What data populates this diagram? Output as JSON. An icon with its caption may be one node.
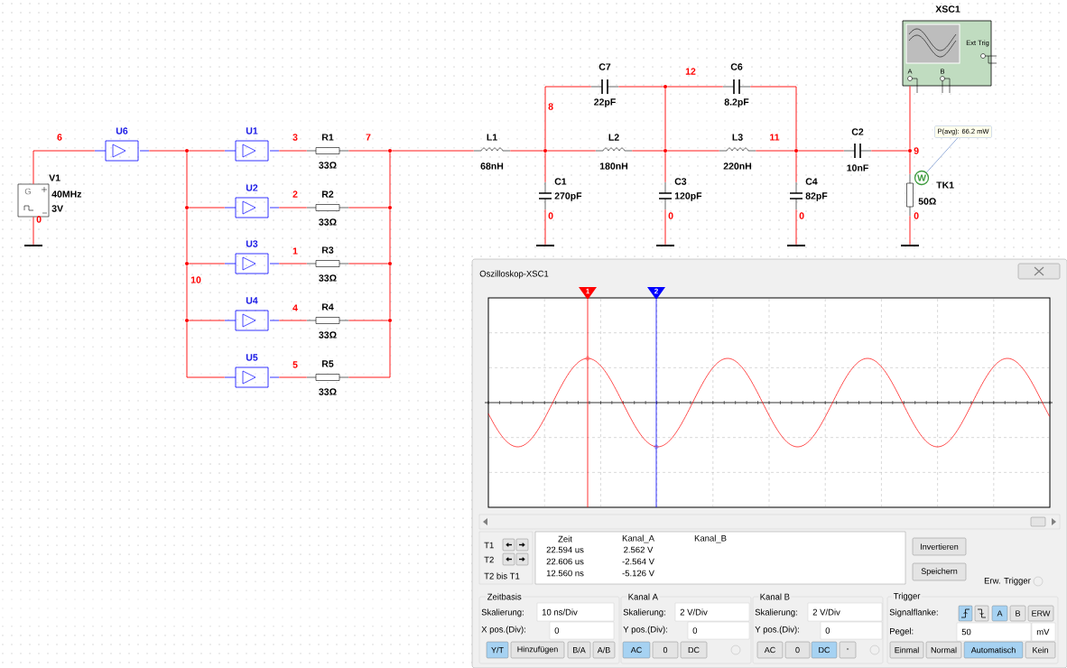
{
  "diagram": {
    "nodes": [
      {
        "text": [
          "V1",
          "40MHz",
          "3V"
        ]
      },
      {
        "text": [
          "U6"
        ]
      },
      {
        "text": [
          "U1"
        ]
      },
      {
        "text": [
          "U2"
        ]
      },
      {
        "text": [
          "U3"
        ]
      },
      {
        "text": [
          "U4"
        ]
      },
      {
        "text": [
          "U5"
        ]
      },
      {
        "text": [
          "R1",
          "33Ω"
        ]
      },
      {
        "text": [
          "R2",
          "33Ω"
        ]
      },
      {
        "text": [
          "R3",
          "33Ω"
        ]
      },
      {
        "text": [
          "R4",
          "33Ω"
        ]
      },
      {
        "text": [
          "R5",
          "33Ω"
        ]
      },
      {
        "text": [
          "L1",
          "68nH"
        ]
      },
      {
        "text": [
          "C7",
          "22pF"
        ]
      },
      {
        "text": [
          "C6",
          "8.2pF"
        ]
      },
      {
        "text": [
          "L2",
          "180nH"
        ]
      },
      {
        "text": [
          "L3",
          "220nH"
        ]
      },
      {
        "text": [
          "C1",
          "270pF"
        ]
      },
      {
        "text": [
          "C3",
          "120pF"
        ]
      },
      {
        "text": [
          "C4",
          "82pF"
        ]
      },
      {
        "text": [
          "C2",
          "10nF"
        ]
      },
      {
        "text": [
          "XSC1",
          "A",
          "B",
          "Ext Trig"
        ]
      },
      {
        "text": [
          "P(avg): 66.2 mW"
        ]
      },
      {
        "text": [
          "W"
        ]
      },
      {
        "text": [
          "TK1",
          "50Ω"
        ]
      },
      {
        "text": [],
        "shape": "circle"
      },
      {
        "text": [],
        "shape": "circle"
      },
      {
        "text": [],
        "shape": "circle"
      },
      {
        "text": [],
        "shape": "circle"
      },
      {
        "text": [],
        "shape": "circle"
      },
      {
        "text": [],
        "shape": "circle"
      },
      {
        "text": [],
        "shape": "circle"
      },
      {
        "text": [],
        "shape": "circle"
      },
      {
        "text": [],
        "shape": "circle"
      },
      {
        "text": [],
        "shape": "circle"
      },
      {
        "text": [],
        "shape": "circle"
      },
      {
        "text": [],
        "shape": "circle"
      },
      {
        "text": [],
        "shape": "circle"
      },
      {
        "text": [],
        "shape": "bar"
      },
      {
        "text": [],
        "shape": "bar"
      },
      {
        "text": [],
        "shape": "bar"
      },
      {
        "text": [],
        "shape": "bar"
      },
      {
        "text": [],
        "shape": "bar"
      },
      {
        "text": [
          "Oszilloskop-XSC1"
        ]
      }
    ],
    "edges": [
      {
        "from": 0,
        "to": 1,
        "arrow": "none"
      },
      {
        "from": 1,
        "to": 25,
        "arrow": "none"
      },
      {
        "from": 25,
        "to": 2,
        "arrow": "none"
      },
      {
        "from": 25,
        "to": 26,
        "arrow": "none"
      },
      {
        "from": 26,
        "to": 3,
        "arrow": "none"
      },
      {
        "from": 26,
        "to": 27,
        "arrow": "none"
      },
      {
        "from": 27,
        "to": 4,
        "arrow": "none"
      },
      {
        "from": 27,
        "to": 28,
        "arrow": "none"
      },
      {
        "from": 28,
        "to": 5,
        "arrow": "none"
      },
      {
        "from": 28,
        "to": 6,
        "arrow": "none"
      },
      {
        "from": 2,
        "to": 7,
        "arrow": "none"
      },
      {
        "from": 3,
        "to": 8,
        "arrow": "none"
      },
      {
        "from": 4,
        "to": 9,
        "arrow": "none"
      },
      {
        "from": 5,
        "to": 10,
        "arrow": "none"
      },
      {
        "from": 6,
        "to": 11,
        "arrow": "none"
      },
      {
        "from": 7,
        "to": 29,
        "arrow": "none"
      },
      {
        "from": 8,
        "to": 30,
        "arrow": "none"
      },
      {
        "from": 9,
        "to": 31,
        "arrow": "none"
      },
      {
        "from": 10,
        "to": 32,
        "arrow": "none"
      },
      {
        "from": 11,
        "to": 32,
        "arrow": "none"
      },
      {
        "from": 29,
        "to": 30,
        "arrow": "none"
      },
      {
        "from": 30,
        "to": 31,
        "arrow": "none"
      },
      {
        "from": 31,
        "to": 32,
        "arrow": "none"
      },
      {
        "from": 29,
        "to": 12,
        "arrow": "none"
      },
      {
        "from": 12,
        "to": 33,
        "arrow": "none"
      },
      {
        "from": 33,
        "to": 17,
        "arrow": "none"
      },
      {
        "from": 17,
        "to": 39,
        "arrow": "none"
      },
      {
        "from": 33,
        "to": 13,
        "arrow": "none"
      },
      {
        "from": 13,
        "to": 34,
        "arrow": "none"
      },
      {
        "from": 34,
        "to": 14,
        "arrow": "none"
      },
      {
        "from": 34,
        "to": 35,
        "arrow": "none"
      },
      {
        "from": 33,
        "to": 15,
        "arrow": "none"
      },
      {
        "from": 15,
        "to": 35,
        "arrow": "none"
      },
      {
        "from": 35,
        "to": 18,
        "arrow": "none"
      },
      {
        "from": 18,
        "to": 40,
        "arrow": "none"
      },
      {
        "from": 35,
        "to": 16,
        "arrow": "none"
      },
      {
        "from": 16,
        "to": 36,
        "arrow": "none"
      },
      {
        "from": 14,
        "to": 36,
        "arrow": "none"
      },
      {
        "from": 36,
        "to": 19,
        "arrow": "none"
      },
      {
        "from": 19,
        "to": 41,
        "arrow": "none"
      },
      {
        "from": 36,
        "to": 20,
        "arrow": "none"
      },
      {
        "from": 20,
        "to": 37,
        "arrow": "none"
      },
      {
        "from": 37,
        "to": 21,
        "arrow": "none"
      },
      {
        "from": 37,
        "to": 24,
        "arrow": "none"
      },
      {
        "from": 24,
        "to": 42,
        "arrow": "none"
      },
      {
        "from": 0,
        "to": 38,
        "arrow": "none"
      },
      {
        "from": 22,
        "to": 23,
        "arrow": "none",
        "color": "#8fa8d8"
      }
    ],
    "labels": [
      "6",
      "0",
      "G",
      "3",
      "7",
      "2",
      "1",
      "10",
      "4",
      "5",
      "8",
      "12",
      "11",
      "0",
      "0",
      "0",
      "9",
      "0",
      "1",
      "2",
      "T1",
      "T2",
      "T2 bis T1",
      "Zeit",
      "22.594 us",
      "22.606 us",
      "12.560 ns",
      "Kanal_A",
      "2.562 V",
      "-2.564 V",
      "-5.126 V",
      "Kanal_B",
      "Invertieren",
      "Speichern",
      "Erw. Trigger",
      "Zeitbasis",
      "Skalierung:",
      "10 ns/Div",
      "X pos.(Div):",
      "0",
      "Y/T",
      "Hinzufügen",
      "B/A",
      "A/B",
      "Kanal A",
      "Skalierung:",
      "2 V/Div",
      "Y pos.(Div):",
      "0",
      "AC",
      "0",
      "DC",
      "Kanal B",
      "Skalierung:",
      "2 V/Div",
      "Y pos.(Div):",
      "0",
      "AC",
      "0",
      "DC",
      "-",
      "Trigger",
      "Signalflanke:",
      "A",
      "B",
      "ERW",
      "Pegel:",
      "50",
      "mV",
      "Einmal",
      "Normal",
      "Automatisch",
      "Kein"
    ]
  }
}
